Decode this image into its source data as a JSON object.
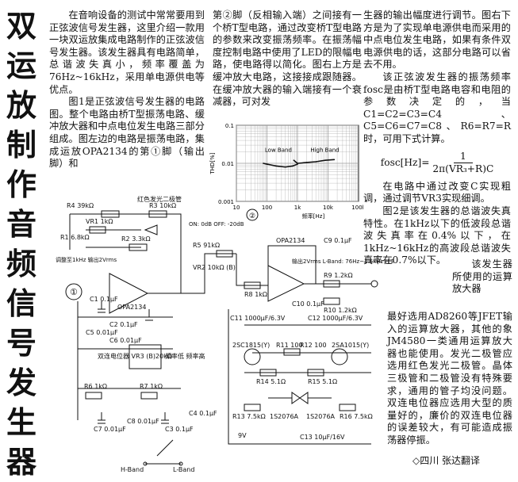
{
  "title_chars": [
    "双",
    "运",
    "放",
    "制",
    "作",
    "音",
    "频",
    "信",
    "号",
    "发",
    "生",
    "器"
  ],
  "col1": {
    "p1": "在音响设备的测试中常常要用到正弦波信号发生器，这里介绍一款用一块双运放集成电路制作的正弦波信号发生器。该发生器具有电路简单，总谐波失真小，频率覆盖为76Hz~16kHz，采用单电源供电等优点。",
    "p2": "图1是正弦波信号发生器的电路图。整个电路由桥T型振荡电路、缓冲放大器和中点电位发生电路三部分组成。图左边的电路是振荡电路，集成运放OPA2134的第①脚（输出脚）和"
  },
  "col2": {
    "p1": "第②脚（反相输入端）之间接有一个桥T型电路，通过改变桥T型电路的参数来改变振荡频率。在振荡幅度控制电路中使用了LED的限幅电路，使电路得以简化。图右上方是缓冲放大电路，这接接成跟随器。在缓冲放大器的输入端接有一个衰减器，可对发"
  },
  "col3": {
    "p1": "生器的输出幅度进行调节。图右下方是为了实现单电源供电而采用的中点电位发生电路，如果有条件双电源供电的话，这部分电路可以省去不用。",
    "p2": "该正弦波发生器的振荡频率fosc是由桥T型电路电容和电阻的参数决定的，当C1=C2=C3=C4、C5=C6=C7=C8、R6=R7=R时，可用下式计算。",
    "formula_left": "fosc[Hz]=",
    "formula_num": "1",
    "formula_den": "2π(VR₃+R)C",
    "p3": "在电路中通过改变C实现粗调，通过调节VR3实现细调。",
    "p4": "图2是该发生器的总谐波失真特性。在1kHz以下的低波段总谐波失真率在0.4%以下，在1kHz~16kHz的高波段总谐波失真率在0.7%以下。",
    "p5a": "该发生器所使用的运算放大器",
    "p5b": "最好选用AD8260等JFET输入的运算放大器，其他的象JM4580一类通用运算放大器也能使用。发光二极管应选用红色发光二极管。晶体三极管和二极管没有特殊要求，通用的管子均没问题。双连电位器应选用大型的质量好的，廉价的双连电位器的误差较大，有可能造成振荡器停振。"
  },
  "credit": "◇四川  张达翻译",
  "chart_data": {
    "type": "line",
    "figure_label": "②",
    "xlabel": "频率[Hz]",
    "ylabel": "THD[%]",
    "x_ticks": [
      "10",
      "100",
      "1k",
      "10k",
      "100k"
    ],
    "y_ticks": [
      "0.1",
      "0.01",
      "0.001"
    ],
    "x_log": true,
    "y_log": true,
    "series": [
      {
        "name": "Low Band",
        "x": [
          76,
          100,
          200,
          400,
          700,
          1000
        ],
        "y": [
          0.01,
          0.0095,
          0.0085,
          0.008,
          0.0085,
          0.0095
        ]
      },
      {
        "name": "High Band",
        "x": [
          760,
          1000,
          2000,
          4000,
          8000,
          16000
        ],
        "y": [
          0.012,
          0.01,
          0.0105,
          0.011,
          0.012,
          0.0125
        ]
      }
    ]
  },
  "schematic": {
    "figure_label": "①",
    "labels": {
      "r4": "R4 39kΩ",
      "r3": "R3 10kΩ",
      "vr1": "VR1 1kΩ",
      "r1": "R1 6.8kΩ",
      "r2": "R2 3.3kΩ",
      "led": "红色发光二极管",
      "adjust": "调整至1kHz 输出2Vrms",
      "opa1": "OPA2134",
      "c2": "C2 0.1μF",
      "c1": "C1 0.1μF",
      "c6": "C6 0.01μF",
      "c5": "C5 0.01μF",
      "vr3": "双连电位器 VR3 (B)20kΩ",
      "range": "频率低 频率高",
      "r6": "R6 1kΩ",
      "r7": "R7 1kΩ",
      "c7": "C7 0.01μF",
      "c8": "C8 0.01μF",
      "c3": "C3 0.1μF",
      "c4": "C4 0.1μF",
      "hband": "H-Band",
      "lband": "L-Band",
      "att": "ON: 0dB OFF: -20dB",
      "r5": "R5 91kΩ",
      "vr2": "VR2 10kΩ (B)",
      "opa2": "OPA2134",
      "c9": "C9 0.1μF",
      "r8": "R8 1kΩ",
      "r9": "R9 1.2kΩ",
      "c10": "C10 0.1μF",
      "r10": "R10 1.2kΩ",
      "out": "输出2Vrms L-Band: 76Hz~1.6kHz H-Band: 760Hz~16kHz",
      "c11": "C11 1000μF/6.3V",
      "c12": "C12 1000μF/6.3V",
      "q1": "2SC1815(Y)",
      "r11": "R11 100",
      "r12": "R12 100",
      "q2": "2SA1015(Y)",
      "r14": "R14 5.1Ω",
      "r15": "R15 5.1Ω",
      "r13": "R13 7.5kΩ",
      "d1": "1S2076A",
      "d2": "1S2076A",
      "r16": "R16 7.5kΩ",
      "v9": "9V",
      "c13": "C13 10μF/16V"
    }
  }
}
